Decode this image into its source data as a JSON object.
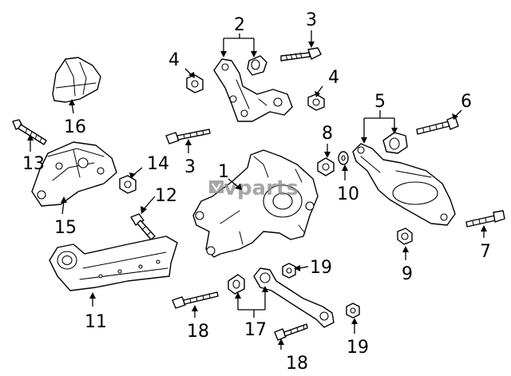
{
  "diagram": {
    "callouts": {
      "c1": "1",
      "c2": "2",
      "c3a": "3",
      "c3b": "3",
      "c4a": "4",
      "c4b": "4",
      "c5": "5",
      "c6": "6",
      "c7": "7",
      "c8": "8",
      "c9": "9",
      "c10": "10",
      "c11": "11",
      "c12": "12",
      "c13": "13",
      "c14": "14",
      "c15": "15",
      "c16": "16",
      "c17": "17",
      "c18a": "18",
      "c18b": "18",
      "c19a": "19",
      "c19b": "19"
    },
    "watermark": "vparts"
  }
}
